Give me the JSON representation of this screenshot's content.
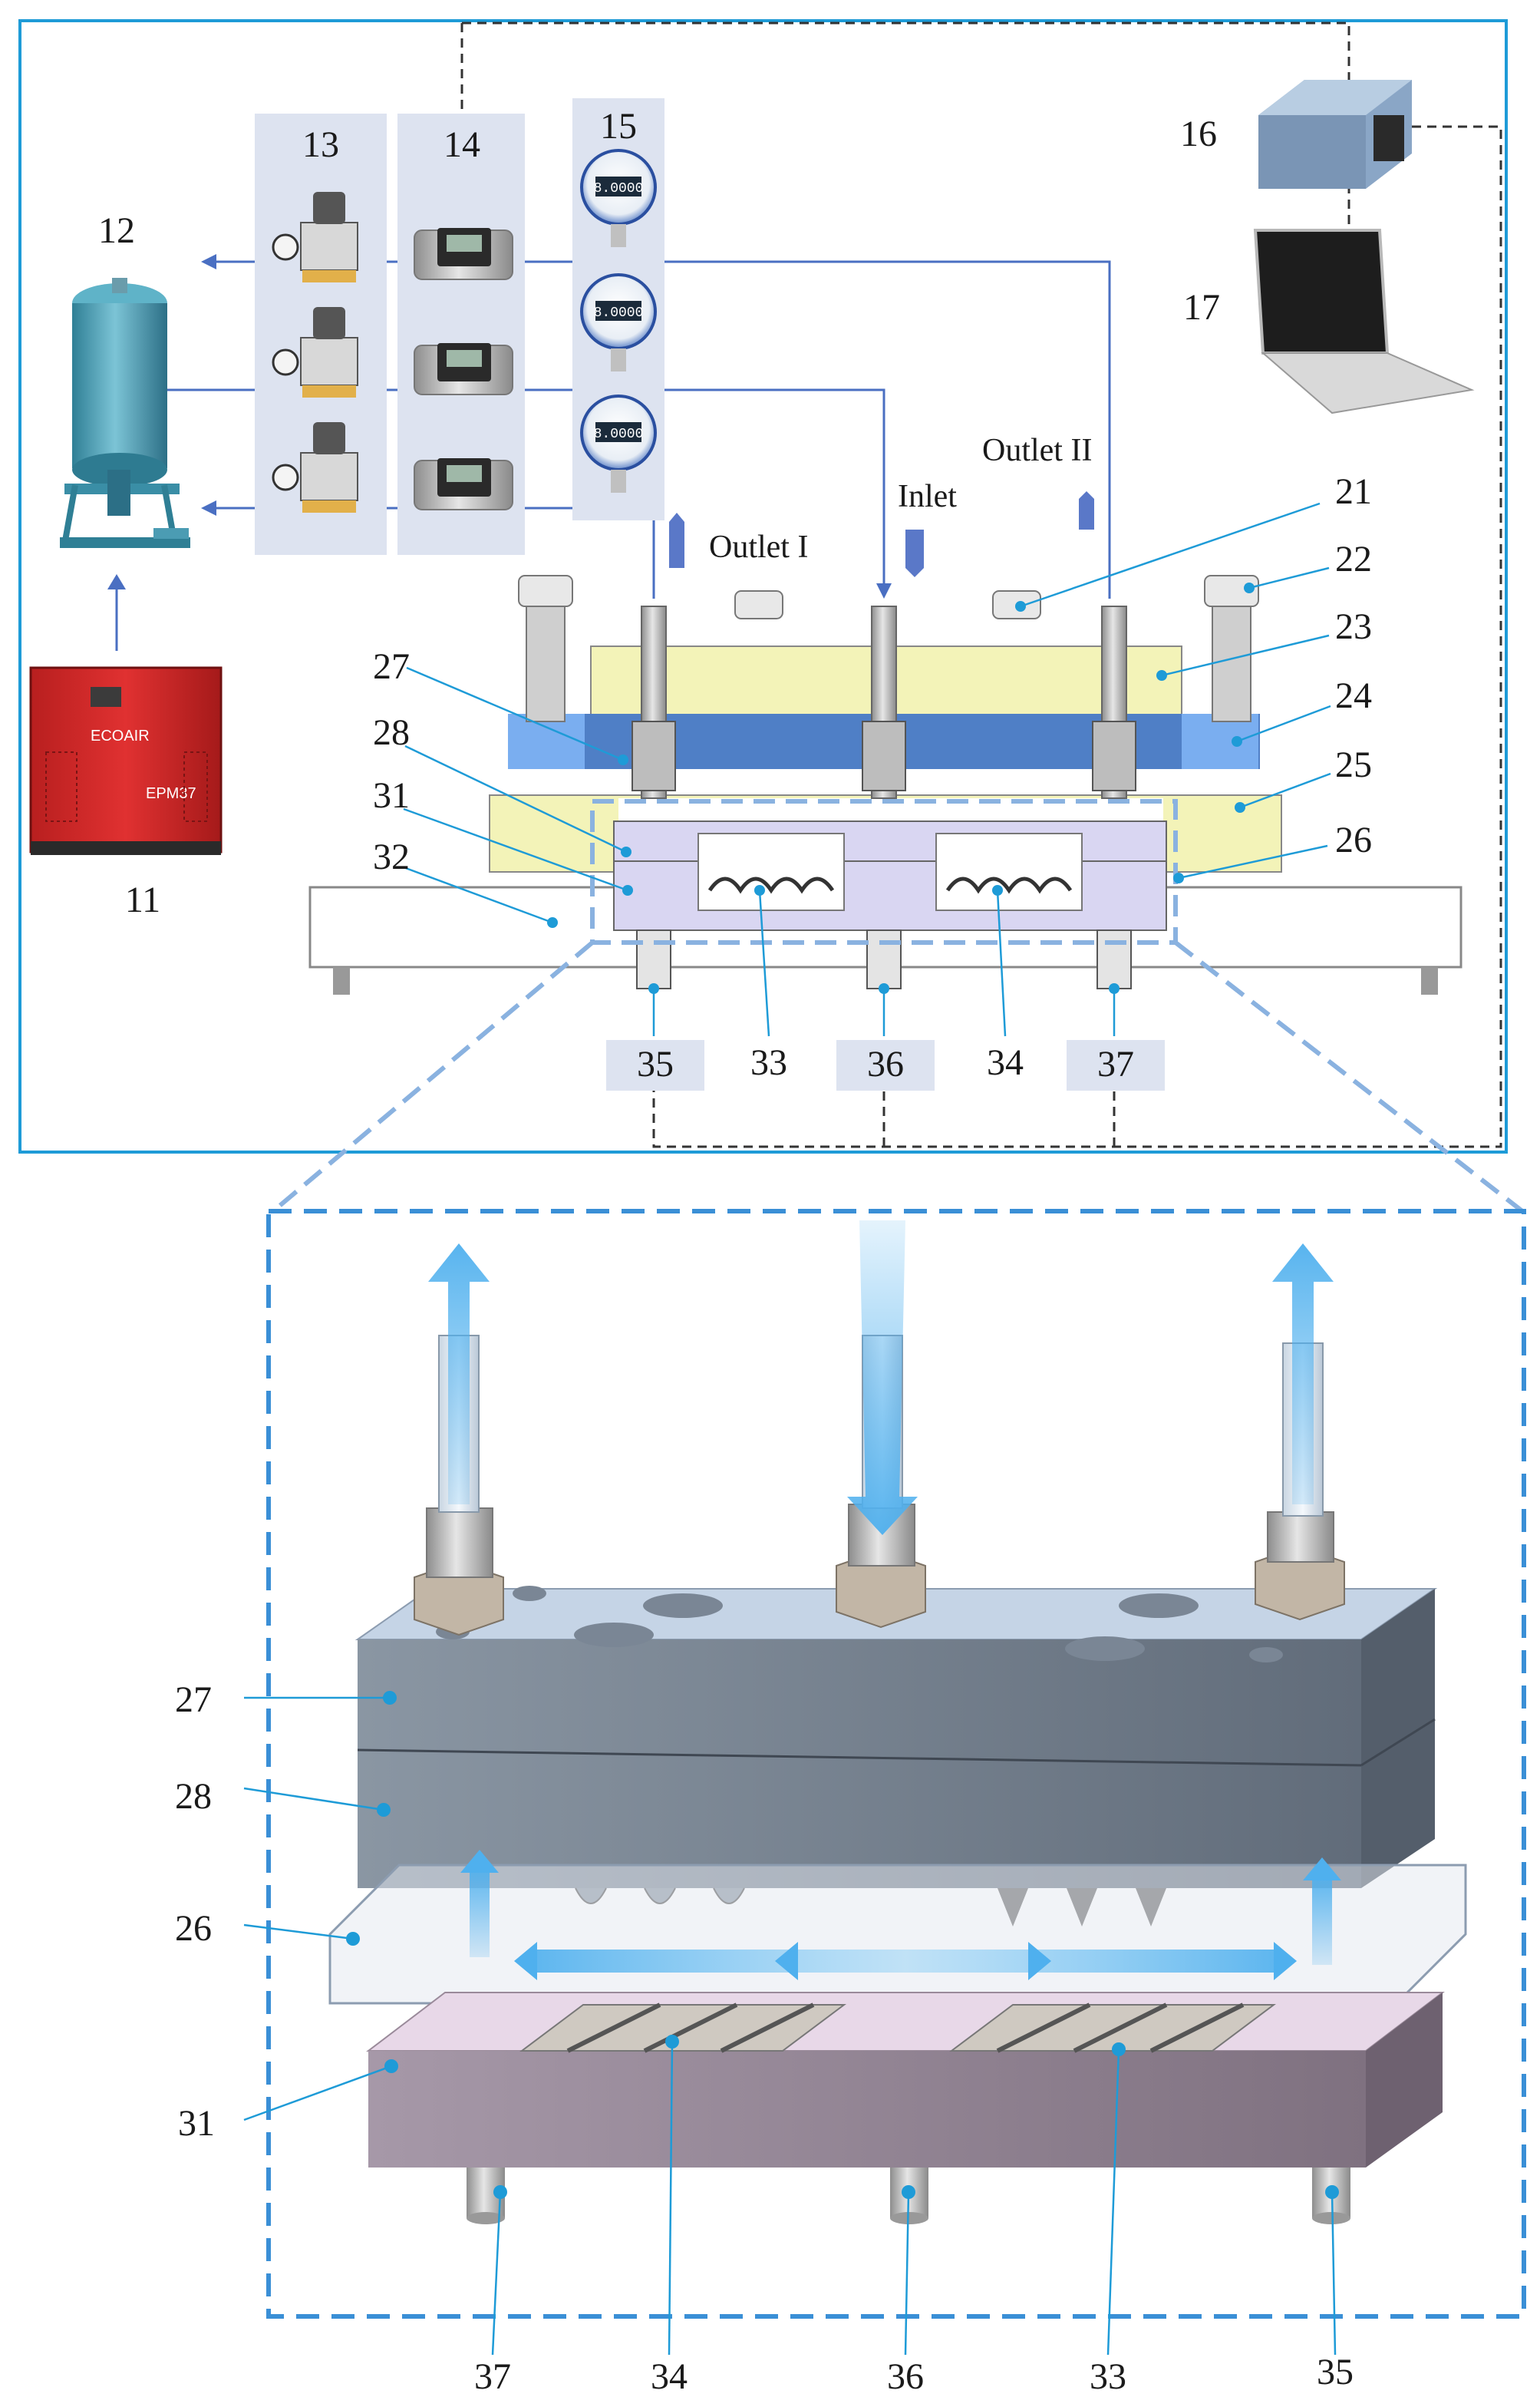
{
  "labels": {
    "n11": "11",
    "n12": "12",
    "n13": "13",
    "n14": "14",
    "n15": "15",
    "n16": "16",
    "n17": "17",
    "n21": "21",
    "n22": "22",
    "n23": "23",
    "n24": "24",
    "n25": "25",
    "n26": "26",
    "n27": "27",
    "n28": "28",
    "n31": "31",
    "n32": "32",
    "n33": "33",
    "n34": "34",
    "n35": "35",
    "n36": "36",
    "n37": "37"
  },
  "flow_labels": {
    "outlet1": "Outlet I",
    "inlet": "Inlet",
    "outlet2": "Outlet II"
  },
  "detail_labels": {
    "d27": "27",
    "d28": "28",
    "d26": "26",
    "d31": "31",
    "d37": "37",
    "d34": "34",
    "d36": "36",
    "d33": "33",
    "d35": "35"
  },
  "device_text": {
    "gauge_reading": "8.0000",
    "compressor_brand": "ECOAIR",
    "compressor_model": "EPM37"
  },
  "colors": {
    "frame_border": "#1e9bd7",
    "detail_border": "#3a8fd6",
    "leader_line": "#1e9bd7",
    "pipe_line": "#4a6fc2",
    "upper_plate": "#f3f3b8",
    "blue_plate": "#5b9bea",
    "chip_plate": "#d9d6f2",
    "panel_bg": "#dde3f0",
    "flow_arrow": "#4fb0ee"
  }
}
